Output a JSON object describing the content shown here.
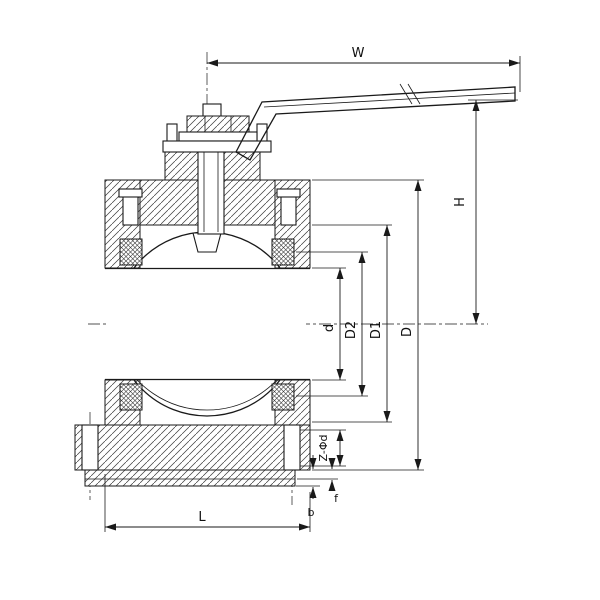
{
  "colors": {
    "background": "#ffffff",
    "ink": "#1a1a1a"
  },
  "dims": {
    "W": "W",
    "H": "H",
    "d": "d",
    "D2": "D2",
    "D1": "D1",
    "D": "D",
    "Z": "Z-Φd",
    "f": "f",
    "b": "b",
    "L": "L"
  }
}
